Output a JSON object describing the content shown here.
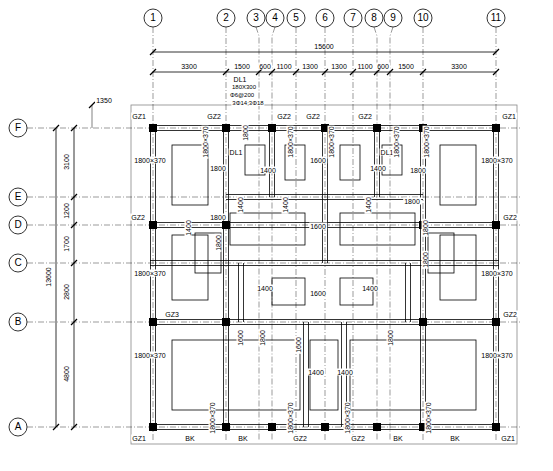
{
  "diagram": {
    "labels": [
      "1",
      "2",
      "3",
      "4",
      "5",
      "6",
      "7",
      "8",
      "9",
      "10",
      "11",
      "F",
      "E",
      "D",
      "C",
      "B",
      "A",
      "15600",
      "3300",
      "1500",
      "600",
      "1100",
      "1300",
      "1300",
      "1100",
      "600",
      "1500",
      "3300",
      "13600",
      "3100",
      "1200",
      "1700",
      "2800",
      "4800",
      "1350",
      "DL1",
      "180X300",
      "Φ6@200",
      "3Φ14;3Φ18",
      "DL1",
      "DL1",
      "GZ1",
      "GZ2",
      "GZ2",
      "GZ2",
      "GZ2",
      "GZ1",
      "GZ2",
      "GZ2",
      "GZ3",
      "GZ2",
      "GZ1",
      "BK",
      "BK",
      "GZ2",
      "GZ2",
      "BK",
      "BK",
      "GZ1",
      "1800×370",
      "1800×370",
      "1800×370",
      "1800×370",
      "1800×370",
      "1800×370",
      "1800×370",
      "1800×370",
      "1800×370",
      "1800×370",
      "1800×370",
      "1800×370",
      "1800×370",
      "1800×370",
      "1800×370",
      "1800",
      "1800",
      "1400",
      "1600",
      "1400",
      "1800",
      "1800",
      "1400",
      "1400",
      "1600",
      "1400",
      "1800",
      "1400",
      "1800",
      "1400",
      "1600",
      "1400",
      "1800",
      "1600",
      "1800",
      "1600",
      "1400",
      "1400",
      "1800",
      "1800"
    ]
  }
}
